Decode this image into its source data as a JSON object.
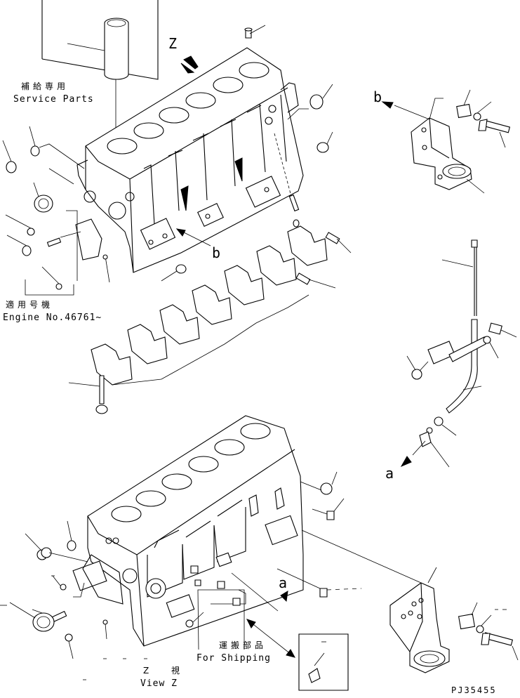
{
  "labels": {
    "service_parts_jp": "補給専用",
    "service_parts_en": "Service Parts",
    "applicable_engine_jp": "適用号機",
    "applicable_engine_en": "Engine No.46761~",
    "view_z_jp": "Z 視",
    "view_z_en": "View Z",
    "for_shipping_jp": "運搬部品",
    "for_shipping_en": "For Shipping",
    "arrow_z": "Z",
    "ref_b_block": "b",
    "ref_b_bracket": "b",
    "ref_a_dipstick": "a",
    "ref_a_block": "a",
    "drawing_number": "PJ35455"
  }
}
